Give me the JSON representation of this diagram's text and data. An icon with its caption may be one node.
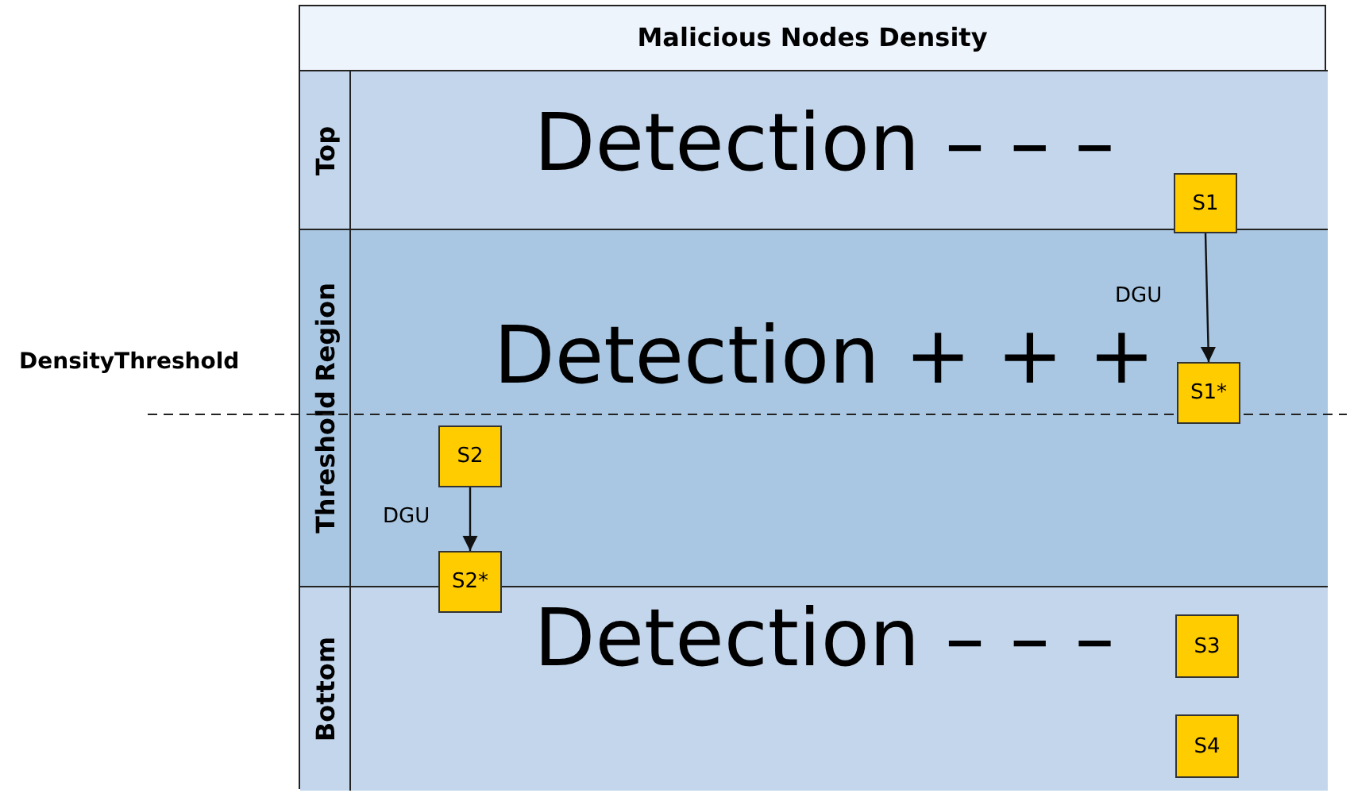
{
  "diagram": {
    "nodes": [
      {
        "text": [
          "Malicious Nodes Density"
        ]
      },
      {
        "text": [
          "Top",
          "Detection – – –"
        ],
        "in": 0
      },
      {
        "text": [
          "S1"
        ],
        "in": 1
      },
      {
        "text": [
          "Threshold Region",
          "Detection + + +"
        ],
        "in": 0
      },
      {
        "text": [
          "S1*"
        ],
        "in": 3
      },
      {
        "text": [
          "S2"
        ],
        "in": 3
      },
      {
        "text": [
          "S2*"
        ],
        "in": 0
      },
      {
        "text": [
          "Bottom",
          "Detection – – –"
        ],
        "in": 0
      },
      {
        "text": [
          "S3"
        ],
        "in": 7
      },
      {
        "text": [
          "S4"
        ],
        "in": 7
      }
    ],
    "edges": [
      {
        "from": 2,
        "to": 4,
        "arrow": "to",
        "label": "DGU"
      },
      {
        "from": 5,
        "to": 6,
        "arrow": "to",
        "label": "DGU"
      }
    ],
    "labels": [
      "DensityThreshold"
    ]
  }
}
